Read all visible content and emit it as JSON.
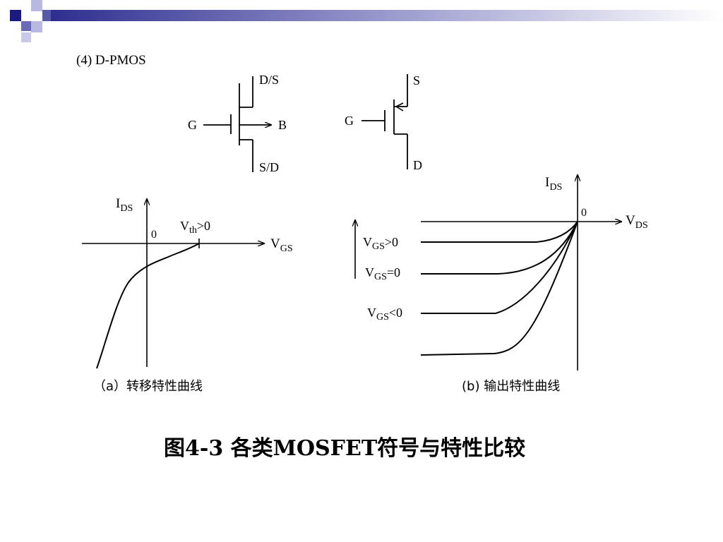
{
  "slide": {
    "heading": "(4) D-PMOS",
    "caption": "图4-3 各类MOSFET符号与特性比较"
  },
  "symbol_left": {
    "drain_source_top": "D/S",
    "gate": "G",
    "body": "B",
    "source_drain_bottom": "S/D"
  },
  "symbol_right": {
    "source": "S",
    "gate": "G",
    "drain": "D"
  },
  "plot_a": {
    "y_axis_label": "I",
    "y_axis_sub": "DS",
    "x_axis_label": "V",
    "x_axis_sub": "GS",
    "origin": "0",
    "vth_label": "V",
    "vth_sub": "th",
    "vth_suffix": ">0",
    "caption": "（a）转移特性曲线"
  },
  "plot_b": {
    "y_axis_label": "I",
    "y_axis_sub": "DS",
    "x_axis_label": "V",
    "x_axis_sub": "DS",
    "origin": "0",
    "curve_labels": [
      {
        "v": "V",
        "sub": "GS",
        "suffix": ">0"
      },
      {
        "v": "V",
        "sub": "GS",
        "suffix": "=0"
      },
      {
        "v": "V",
        "sub": "GS",
        "suffix": "<0"
      }
    ],
    "caption": "(b)  输出特性曲线"
  }
}
